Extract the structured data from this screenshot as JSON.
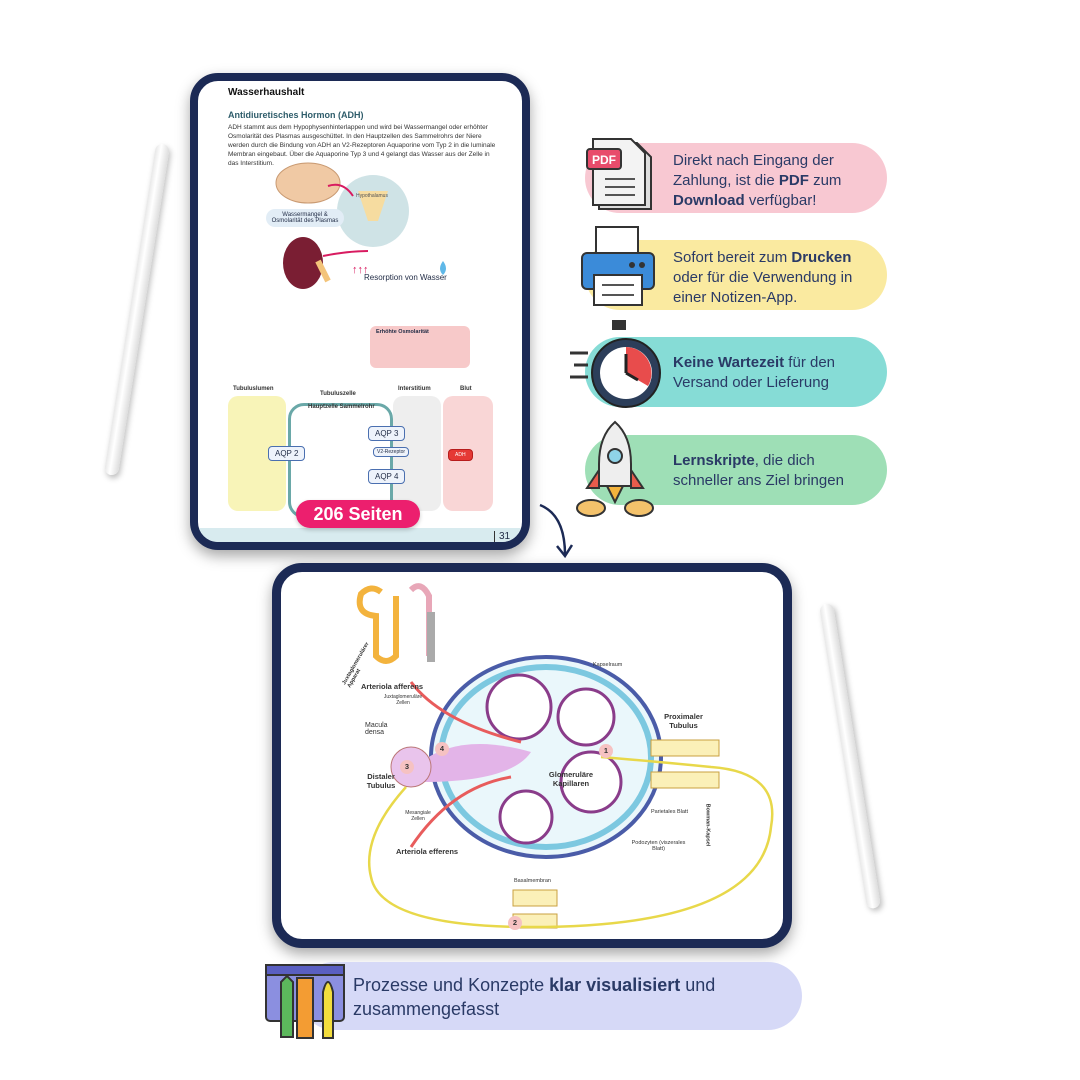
{
  "document": {
    "section_title": "Wasserhaushalt",
    "heading": "Antidiuretisches Hormon (ADH)",
    "paragraph": "ADH stammt aus dem Hypophysenhinterlappen und wird bei Wassermangel oder erhöhter Osmolarität des Plasmas ausgeschüttet. In den Hauptzellen des Sammelrohrs der Niere werden durch die Bindung von ADH an V2-Rezeptoren Aquaporine vom Typ 2 in die luminale Membran eingebaut. Über die Aquaporine Typ 3 und 4 gelangt das Wasser aus der Zelle in das Interstitium.",
    "bubble_label": "Wassermangel & Osmolarität des Plasmas",
    "hypothalamus": "Hypothalamus",
    "resorption": "Resorption von Wasser",
    "osmolarity": "Erhöhte Osmolarität",
    "col_lumen": "Tubuluslumen",
    "col_cell": "Tubuluszelle",
    "cell_sub": "Hauptzelle Sammelrohr",
    "col_interstitium": "Interstitium",
    "col_blood": "Blut",
    "aqp2": "AQP 2",
    "aqp3": "AQP 3",
    "aqp4": "AQP 4",
    "receptor": "V2-Rezeptor",
    "adh": "ADH",
    "page_number": "31"
  },
  "pages_badge": "206 Seiten",
  "features": [
    {
      "icon": "pdf-icon",
      "pre": "Direkt nach Eingang der Zahlung, ist die ",
      "bold": "PDF",
      "mid": " zum ",
      "bold2": "Download",
      "post": " verfügbar!",
      "color": "#f8c8d2"
    },
    {
      "icon": "printer-icon",
      "pre": "Sofort bereit zum ",
      "bold": "Drucken",
      "post": " oder für die Verwendung in einer Notizen-App.",
      "color": "#faeaa0"
    },
    {
      "icon": "stopwatch-icon",
      "bold": "Keine Wartezeit",
      "post": " für den Versand oder Lieferung",
      "color": "#86dcd6"
    },
    {
      "icon": "rocket-icon",
      "bold": "Lernskripte",
      "post": ", die dich schneller ans Ziel bringen",
      "color": "#9edfb6"
    }
  ],
  "diagram": {
    "arteriola_afferens": "Arteriola afferens",
    "arteriola_efferens": "Arteriola efferens",
    "jga": "Juxtaglomerulärer Apparat",
    "jg_cells": "Juxtaglomeruläre Zellen",
    "macula_densa": "Macula densa",
    "distal": "Distaler Tubulus",
    "mesangial": "Mesangiale Zellen",
    "kapselraum": "Kapselraum",
    "proximal": "Proximaler Tubulus",
    "capillaries": "Glomeruläre Kapillaren",
    "parietal": "Parietales Blatt",
    "podocytes": "Podozyten (viszerales Blatt)",
    "bowman": "Bowman-Kapsel",
    "basal": "Basalmembran",
    "n1": "1",
    "n2": "2",
    "n3": "3",
    "n4": "4"
  },
  "banner": {
    "pre": "Prozesse und Konzepte ",
    "bold": "klar visualisiert",
    "post": " und zusammengefasst",
    "color": "#d6d9f7"
  }
}
